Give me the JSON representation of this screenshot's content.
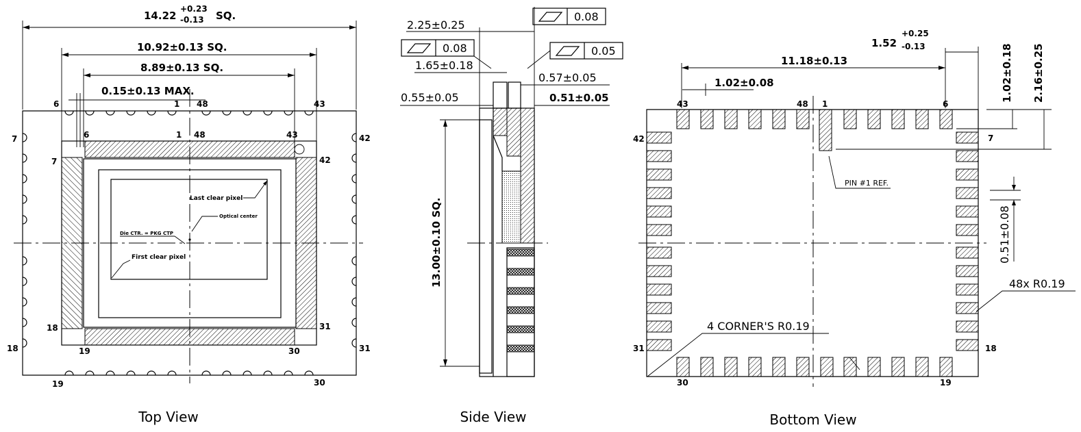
{
  "top_view": {
    "caption": "Top View",
    "dim_overall_main": "14.22",
    "dim_overall_plus": "+0.23",
    "dim_overall_minus": "-0.13",
    "dim_overall_suffix": "SQ.",
    "dim_inner": "10.92±0.13 SQ.",
    "dim_die": "8.89±0.13 SQ.",
    "dim_offset": "0.15±0.13 MAX.",
    "label_last_pixel": "Last clear pixel",
    "label_optical_center": "Optical center",
    "label_die_ctr": "Die CTR. = PKG CTP",
    "label_first_pixel": "First clear pixel",
    "pins": {
      "p1": "1",
      "p48": "48",
      "p43": "43",
      "p6": "6",
      "p7": "7",
      "p42": "42",
      "p18": "18",
      "p31": "31",
      "p19": "19",
      "p30": "30"
    }
  },
  "side_view": {
    "caption": "Side View",
    "dim_a": "2.25±0.25",
    "dim_b": "1.65±0.18",
    "dim_c": "0.55±0.05",
    "dim_d": "0.57±0.05",
    "dim_e": "0.51±0.05",
    "dim_height": "13.00±0.10 SQ.",
    "flat1": "0.08",
    "flat2": "0.08",
    "flat3": "0.05"
  },
  "bottom_view": {
    "caption": "Bottom View",
    "dim_span": "11.18±0.13",
    "dim_top": "1.52",
    "dim_top_plus": "+0.25",
    "dim_top_minus": "-0.13",
    "dim_pitch_edge": "1.02±0.08",
    "dim_v1": "1.02±0.18",
    "dim_v2": "2.16±0.25",
    "dim_pad": "0.51±0.08",
    "label_pin_ref": "PIN #1 REF.",
    "label_radius": "48x R0.19",
    "label_corners": "4 CORNER'S R0.19",
    "pins": {
      "p43": "43",
      "p48": "48",
      "p1": "1",
      "p6": "6",
      "p42": "42",
      "p7": "7",
      "p31": "31",
      "p18": "18",
      "p30": "30",
      "p19": "19"
    }
  }
}
